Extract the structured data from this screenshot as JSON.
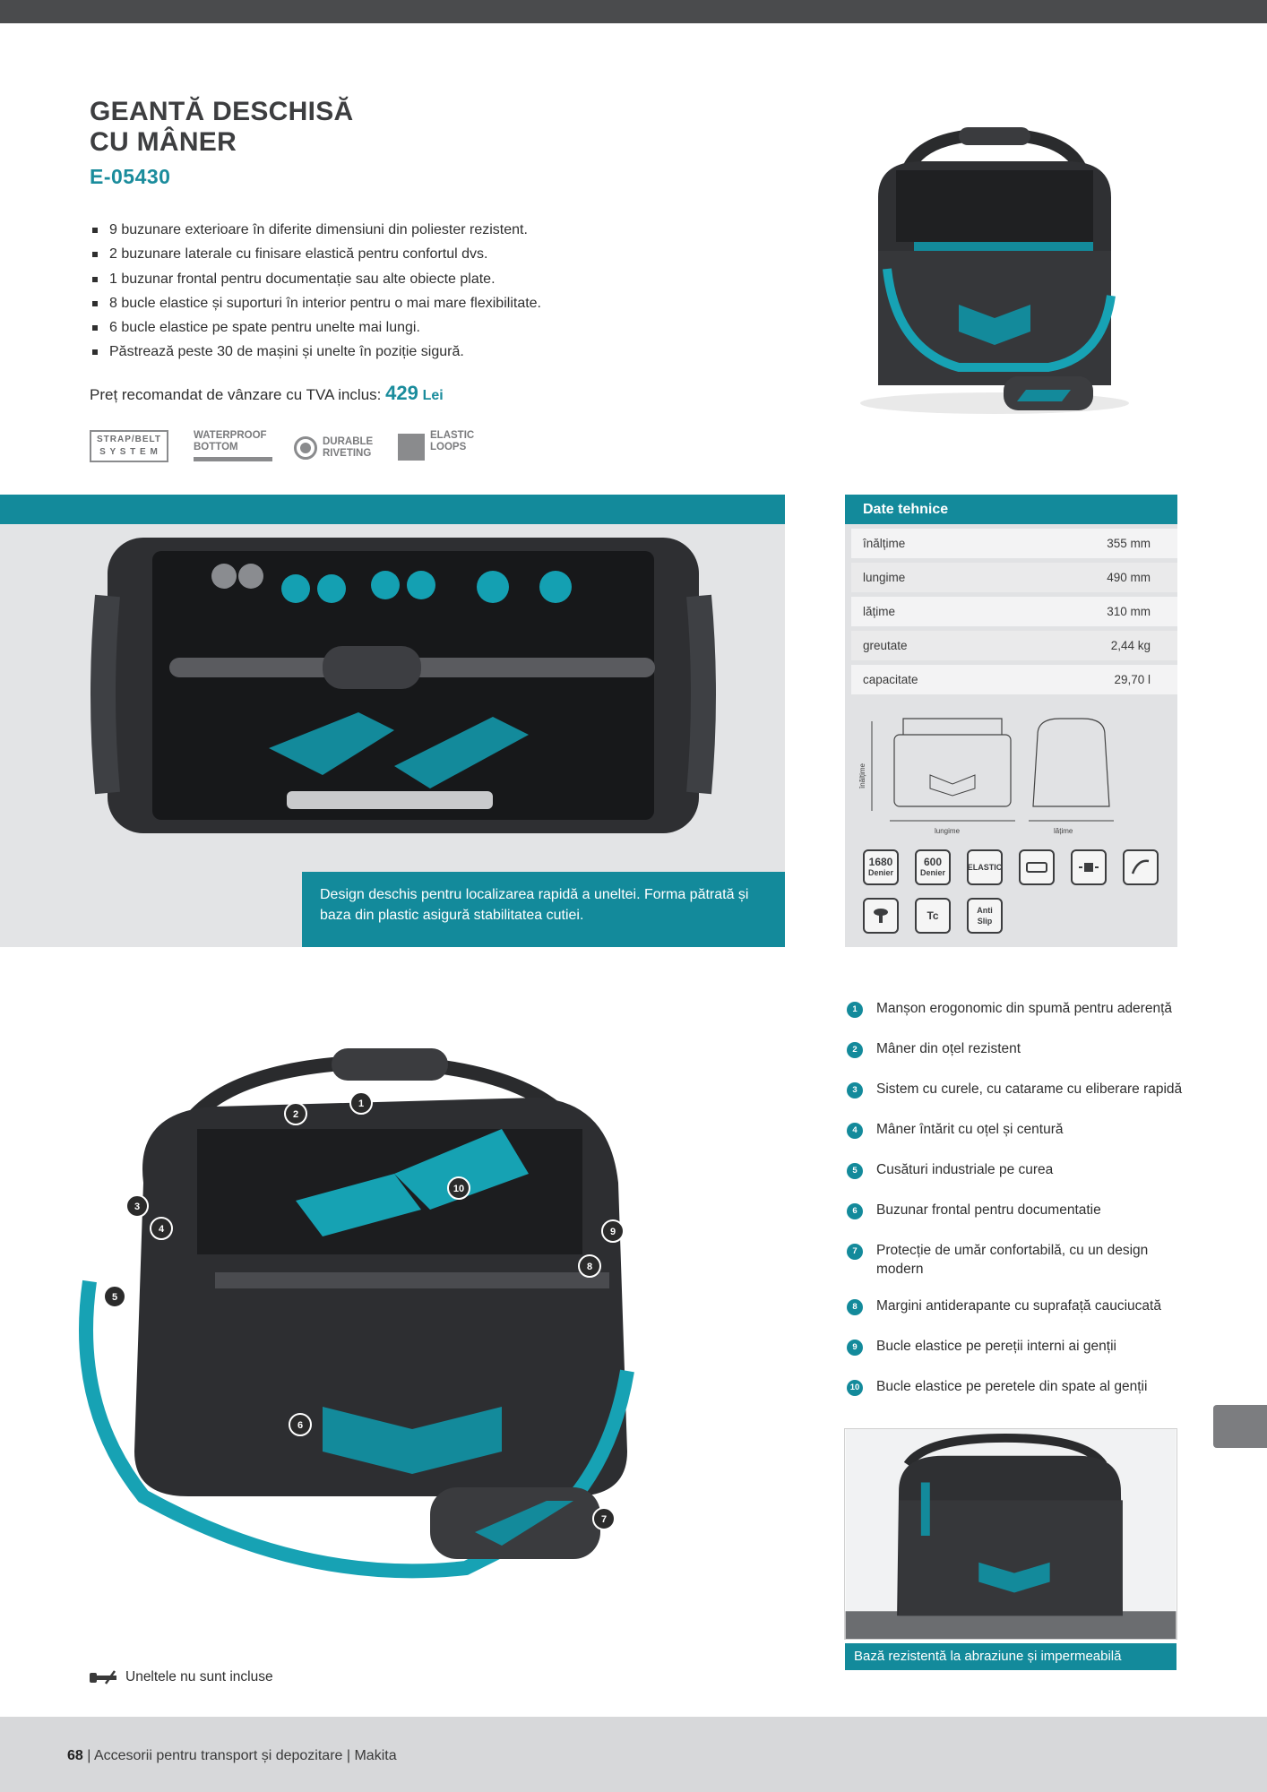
{
  "product": {
    "title_line1": "GEANTĂ DESCHISĂ",
    "title_line2": "CU MÂNER",
    "code": "E-05430"
  },
  "features": [
    "9 buzunare exterioare în diferite dimensiuni din poliester rezistent.",
    "2 buzunare laterale cu finisare elastică pentru confortul dvs.",
    "1 buzunar frontal pentru documentație sau alte obiecte plate.",
    "8 bucle elastice și suporturi în interior pentru o mai mare flexibilitate.",
    "6 bucle elastice pe spate pentru unelte mai lungi.",
    "Păstrează peste 30 de mașini și unelte în poziție sigură."
  ],
  "price": {
    "label": "Preț recomandat de vânzare cu TVA inclus:",
    "value": "429",
    "currency": "Lei"
  },
  "feature_icons": {
    "strap_line1": "STRAP/BELT",
    "strap_line2": "S Y S T E M",
    "waterproof_line1": "WATERPROOF",
    "waterproof_line2": "BOTTOM",
    "riveting_line1": "DURABLE",
    "riveting_line2": "RIVETING",
    "loops_line1": "ELASTIC",
    "loops_line2": "LOOPS"
  },
  "mid_caption": "Design deschis pentru localizarea rapidă a uneltei. Forma pătrată și baza din plastic asigură stabilitatea cutiei.",
  "tech": {
    "header": "Date tehnice",
    "rows": [
      {
        "label": "înălțime",
        "value": "355 mm"
      },
      {
        "label": "lungime",
        "value": "490 mm"
      },
      {
        "label": "lățime",
        "value": "310 mm"
      },
      {
        "label": "greutate",
        "value": "2,44 kg"
      },
      {
        "label": "capacitate",
        "value": "29,70 l"
      }
    ],
    "drawing_labels": {
      "height": "înălțime",
      "length": "lungime",
      "width": "lățime"
    },
    "badges": {
      "denier1680_num": "1680",
      "denier1680_txt": "Denier",
      "denier600_num": "600",
      "denier600_txt": "Denier",
      "elastic": "ELASTIC",
      "tc": "Tc",
      "anti": "Anti",
      "slip": "Slip"
    }
  },
  "legend": [
    {
      "n": "1",
      "text": "Manșon erogonomic din spumă pentru aderență"
    },
    {
      "n": "2",
      "text": "Mâner din oțel rezistent"
    },
    {
      "n": "3",
      "text": "Sistem cu curele, cu catarame cu eliberare rapidă"
    },
    {
      "n": "4",
      "text": "Mâner întărit cu oțel și centură"
    },
    {
      "n": "5",
      "text": "Cusături industriale pe curea"
    },
    {
      "n": "6",
      "text": "Buzunar frontal pentru documentatie"
    },
    {
      "n": "7",
      "text": "Protecție de umăr confortabilă, cu un design modern"
    },
    {
      "n": "8",
      "text": "Margini antiderapante cu suprafață cauciucată"
    },
    {
      "n": "9",
      "text": "Bucle elastice pe pereții interni ai genții"
    },
    {
      "n": "10",
      "text": "Bucle elastice pe peretele din spate al genții"
    }
  ],
  "small_caption": "Bază rezistentă la abraziune și impermeabilă",
  "note": "Uneltele nu sunt incluse",
  "footer": {
    "page": "68",
    "section": " | Accesorii pentru transport și depozitare | Makita"
  },
  "callouts": [
    "1",
    "2",
    "3",
    "4",
    "5",
    "6",
    "7",
    "8",
    "9",
    "10"
  ],
  "colors": {
    "accent": "#138a9b",
    "dark": "#2f3033"
  }
}
